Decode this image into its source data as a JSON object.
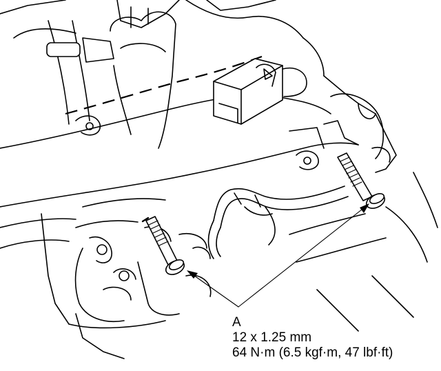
{
  "callout": {
    "label": "A",
    "bolt_size": "12 x 1.25 mm",
    "torque": "64 N·m (6.5 kgf·m, 47 lbf·ft)"
  },
  "parts": {
    "bolt_count": 2
  },
  "colors": {
    "ink": "#000000",
    "paper": "#ffffff"
  }
}
